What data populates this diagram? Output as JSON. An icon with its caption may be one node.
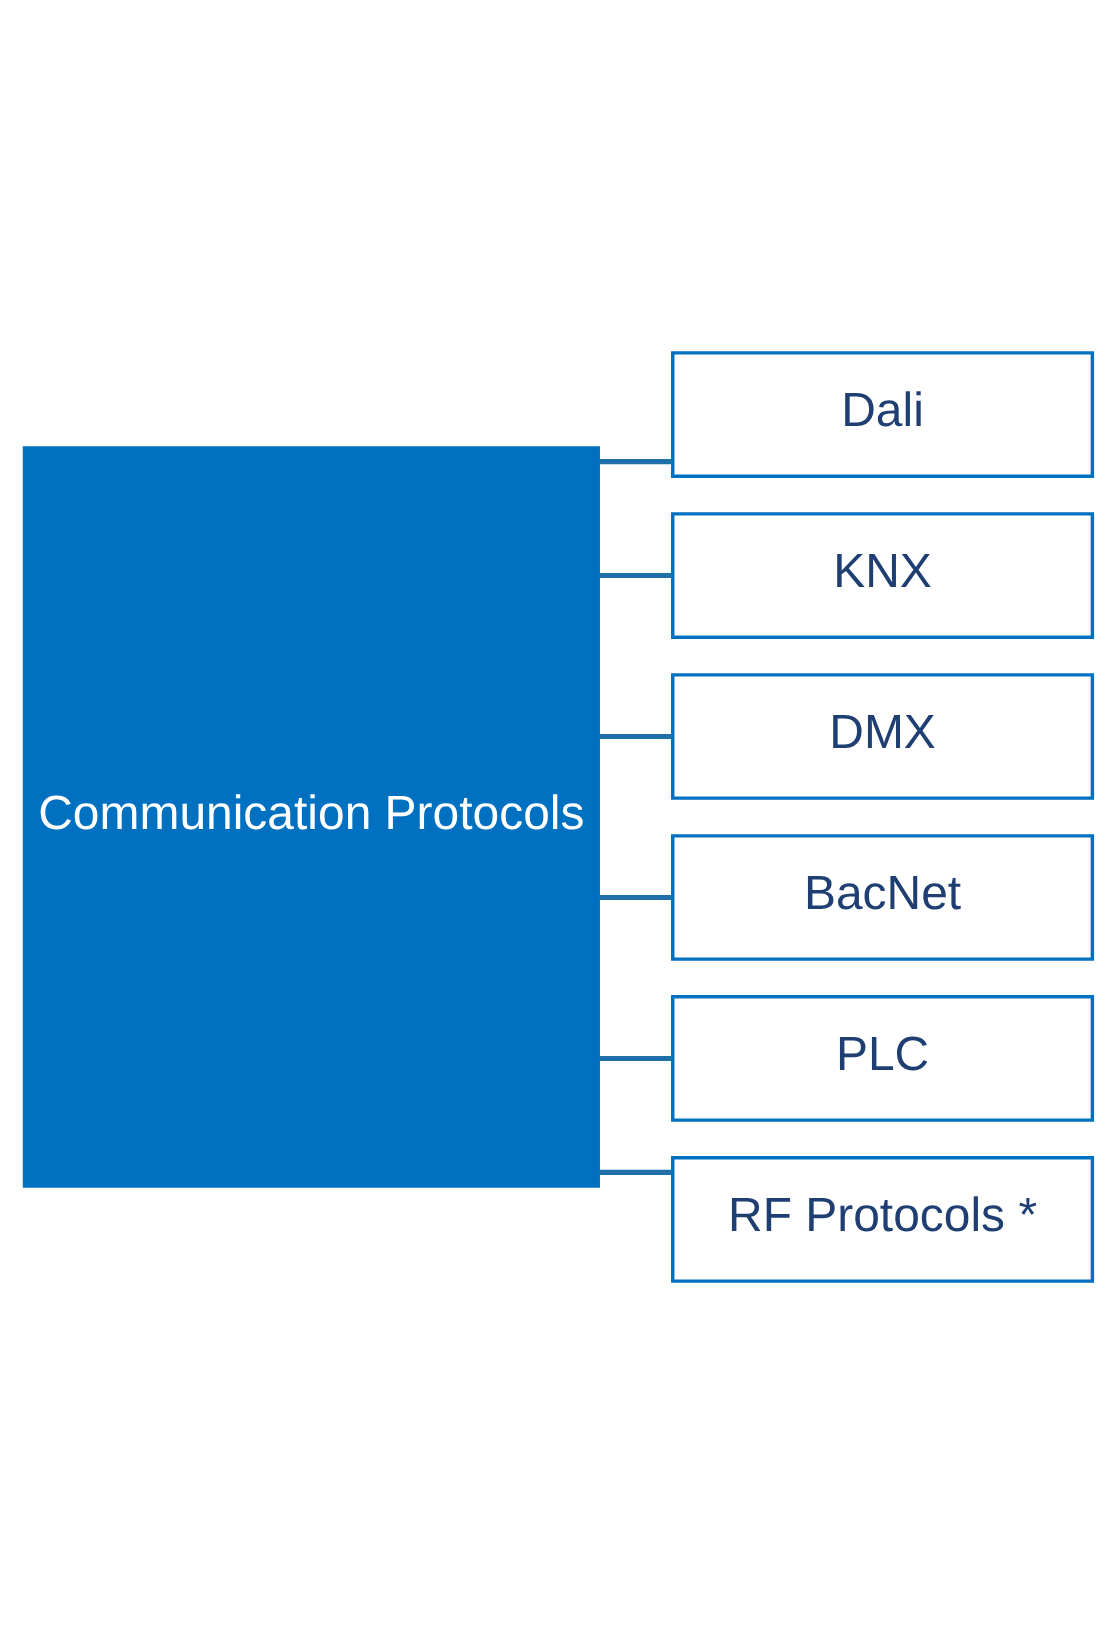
{
  "diagram": {
    "nodes": [
      {
        "text": [
          "Communication Protocols"
        ]
      },
      {
        "text": [
          "Dali"
        ]
      },
      {
        "text": [
          "KNX"
        ]
      },
      {
        "text": [
          "DMX"
        ]
      },
      {
        "text": [
          "BacNet"
        ]
      },
      {
        "text": [
          "PLC"
        ]
      },
      {
        "text": [
          "RF Protocols *"
        ]
      }
    ],
    "edges": [
      {
        "from": 0,
        "to": 1,
        "arrow": "none"
      },
      {
        "from": 0,
        "to": 2,
        "arrow": "none"
      },
      {
        "from": 0,
        "to": 3,
        "arrow": "none"
      },
      {
        "from": 0,
        "to": 4,
        "arrow": "none"
      },
      {
        "from": 0,
        "to": 5,
        "arrow": "none"
      },
      {
        "from": 0,
        "to": 6,
        "arrow": "none"
      }
    ]
  }
}
